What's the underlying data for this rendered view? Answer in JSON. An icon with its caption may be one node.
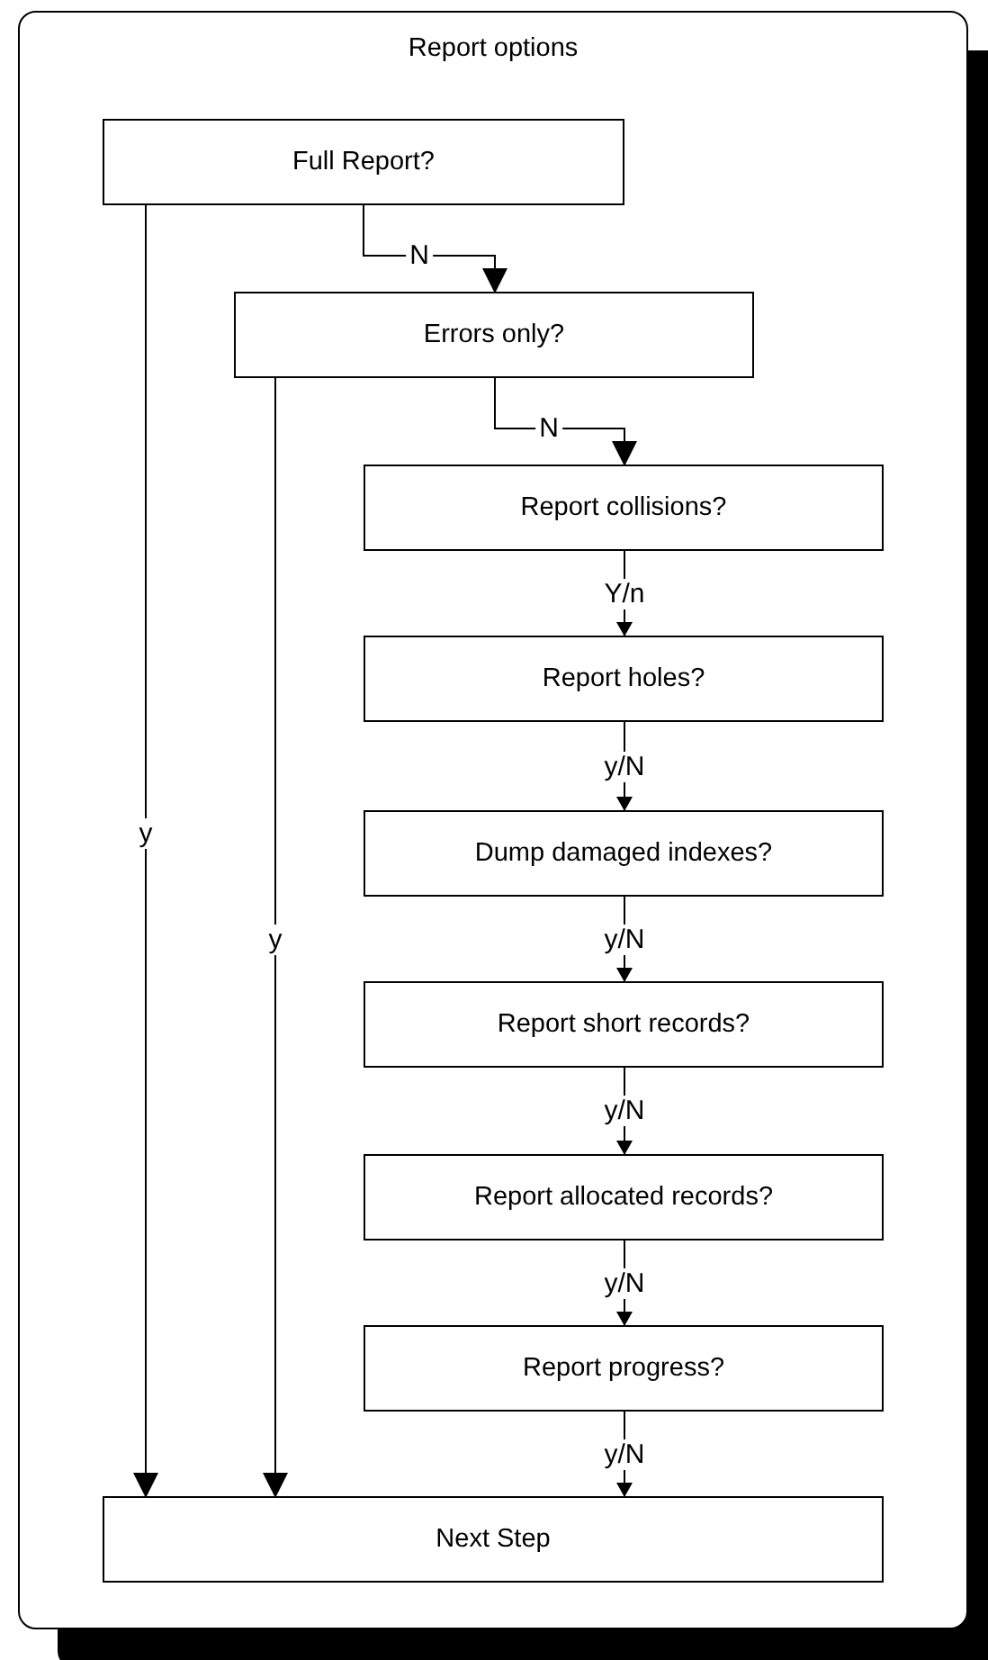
{
  "diagram": {
    "nodes": [
      {
        "text": [
          "Report options"
        ]
      },
      {
        "text": [
          "Full Report?"
        ],
        "in": 0
      },
      {
        "text": [
          "Errors only?"
        ],
        "in": 0
      },
      {
        "text": [
          "Report collisions?"
        ],
        "in": 0
      },
      {
        "text": [
          "Report holes?"
        ],
        "in": 0
      },
      {
        "text": [
          "Dump damaged indexes?"
        ],
        "in": 0
      },
      {
        "text": [
          "Report short records?"
        ],
        "in": 0
      },
      {
        "text": [
          "Report allocated records?"
        ],
        "in": 0
      },
      {
        "text": [
          "Report progress?"
        ],
        "in": 0
      },
      {
        "text": [
          "Next Step"
        ],
        "in": 0
      }
    ],
    "edges": [
      {
        "from": 1,
        "to": 2,
        "label": "N",
        "arrow": "to"
      },
      {
        "from": 1,
        "to": 9,
        "label": "y",
        "arrow": "to"
      },
      {
        "from": 2,
        "to": 3,
        "label": "N",
        "arrow": "to"
      },
      {
        "from": 2,
        "to": 9,
        "label": "y",
        "arrow": "to"
      },
      {
        "from": 3,
        "to": 4,
        "label": "Y/n",
        "arrow": "to"
      },
      {
        "from": 4,
        "to": 5,
        "label": "y/N",
        "arrow": "to"
      },
      {
        "from": 5,
        "to": 6,
        "label": "y/N",
        "arrow": "to"
      },
      {
        "from": 6,
        "to": 7,
        "label": "y/N",
        "arrow": "to"
      },
      {
        "from": 7,
        "to": 8,
        "label": "y/N",
        "arrow": "to"
      },
      {
        "from": 8,
        "to": 9,
        "label": "y/N",
        "arrow": "to"
      }
    ]
  }
}
